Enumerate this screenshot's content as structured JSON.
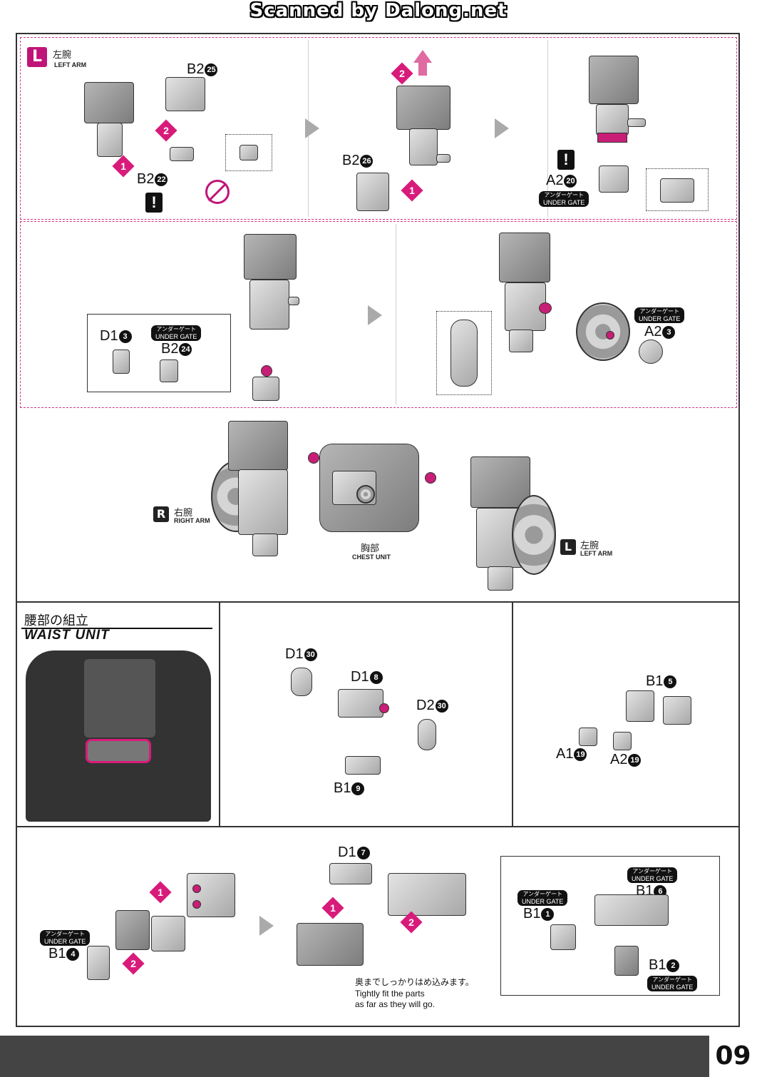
{
  "watermark": "Scanned by Dalong.net",
  "page_number": "09",
  "left_arm_header": {
    "badge": "L",
    "jp": "左腕",
    "en": "LEFT ARM"
  },
  "under_gate": {
    "jp": "アンダーゲート",
    "en": "UNDER GATE"
  },
  "step_numbers": {
    "one": "1",
    "two": "2"
  },
  "warning_mark": "!",
  "section1": {
    "p1": {
      "part_b2_25": {
        "code": "B2",
        "num": "25"
      },
      "part_b2_22": {
        "code": "B2",
        "num": "22"
      }
    },
    "p2": {
      "part_b2_26": {
        "code": "B2",
        "num": "26"
      }
    },
    "p3": {
      "part_a2_20": {
        "code": "A2",
        "num": "20"
      }
    }
  },
  "section2": {
    "part_d1_3": {
      "code": "D1",
      "num": "3"
    },
    "part_b2_24": {
      "code": "B2",
      "num": "24"
    },
    "part_a2_3": {
      "code": "A2",
      "num": "3"
    }
  },
  "section3": {
    "right_arm": {
      "badge": "R",
      "jp": "右腕",
      "en": "RIGHT ARM"
    },
    "chest": {
      "jp": "胸部",
      "en": "CHEST UNIT"
    },
    "left_arm": {
      "badge": "L",
      "jp": "左腕",
      "en": "LEFT ARM"
    }
  },
  "waist": {
    "title_jp": "腰部の組立",
    "title_en": "WAIST UNIT"
  },
  "section4": {
    "part_d1_30": {
      "code": "D1",
      "num": "30"
    },
    "part_d1_8": {
      "code": "D1",
      "num": "8"
    },
    "part_d2_30": {
      "code": "D2",
      "num": "30"
    },
    "part_b1_9": {
      "code": "B1",
      "num": "9"
    },
    "part_b1_5": {
      "code": "B1",
      "num": "5"
    },
    "part_a1_19": {
      "code": "A1",
      "num": "19"
    },
    "part_a2_19": {
      "code": "A2",
      "num": "19"
    }
  },
  "section5": {
    "part_b1_4": {
      "code": "B1",
      "num": "4"
    },
    "part_d1_7": {
      "code": "D1",
      "num": "7"
    },
    "part_b1_1": {
      "code": "B1",
      "num": "1"
    },
    "part_b1_6": {
      "code": "B1",
      "num": "6"
    },
    "part_b1_2": {
      "code": "B1",
      "num": "2"
    },
    "note_jp": "奥までしっかりはめ込みます。",
    "note_en_line1": "Tightly fit the parts",
    "note_en_line2": "as far as they will go."
  },
  "colors": {
    "accent": "#d81b7a",
    "frame": "#333333",
    "part_gray": "#9a9a9a"
  }
}
